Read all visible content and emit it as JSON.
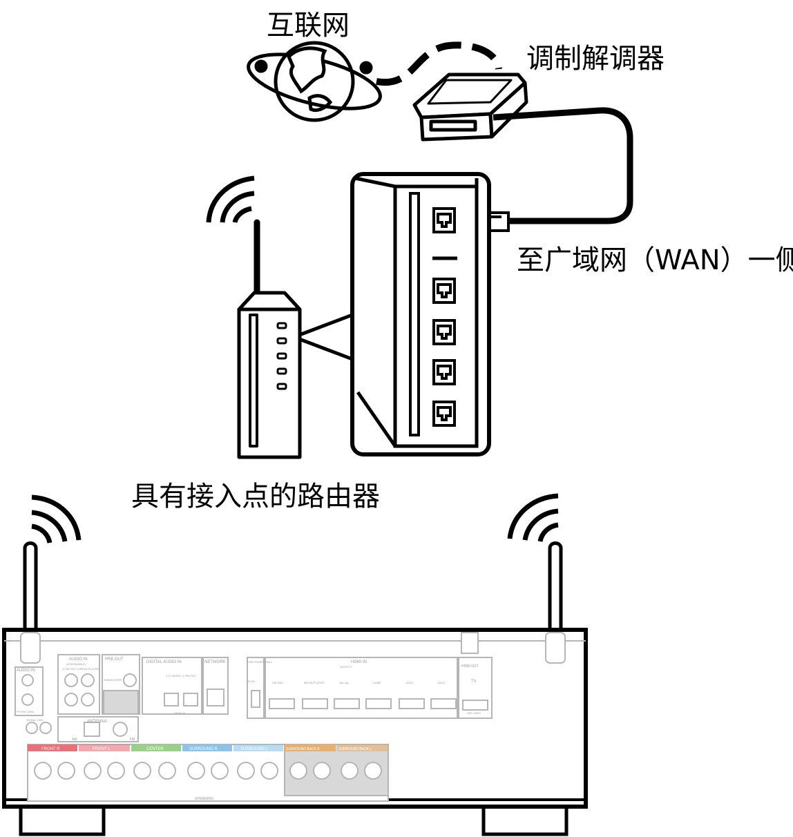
{
  "labels": {
    "internet": "互联网",
    "modem": "调制解调器",
    "wan_side": "至广域网（WAN）一侧",
    "router": "具有接入点的路由器"
  },
  "receiver_panel": {
    "audio_in_left": "AUDIO IN",
    "audio_in": "AUDIO IN",
    "assignable": "(ASSIGNABLE)",
    "pre_out": "PRE OUT",
    "subwoofer": "SUBWOOFER",
    "digital_audio_in": "DIGITAL AUDIO IN",
    "optical": "OPTICAL",
    "tv_audio": "1 TV AUDIO",
    "cbl_sat_opt": "2 CBL/SAT",
    "network": "NETWORK",
    "usb": "USB POWER ONLY",
    "usb_rating": "5V/1A",
    "hdmi_in": "HDMI IN",
    "hdcp": "HDCP2.3",
    "hdmi_inputs": [
      "CBL/SAT",
      "MEDIA PLAYER",
      "Blu-ray",
      "GAME",
      "AUX1",
      "AUX2"
    ],
    "hdmi_out": "HDMI OUT",
    "tv": "TV",
    "arc": "ARC eARC",
    "phono": "PHONO (MM)",
    "signal_gnd": "SIGNAL GND",
    "antenna": "ANTENNA",
    "am": "AM",
    "fm": "FM",
    "cd_row": "1 CBL/SAT  2 MEDIA PLAYER",
    "speakers": "SPEAKERS",
    "speaker_groups": [
      "FRONT R",
      "FRONT L",
      "CENTER",
      "SURROUND R",
      "SURROUND L",
      "SURROUND BACK R",
      "SURROUND BACK L"
    ]
  },
  "colors": {
    "line": "#000000",
    "panel": "#b5b5b5",
    "front": "#e8707a",
    "center": "#9ccf8a",
    "surround": "#8cc3e6",
    "surround_back": "#e8b070"
  }
}
